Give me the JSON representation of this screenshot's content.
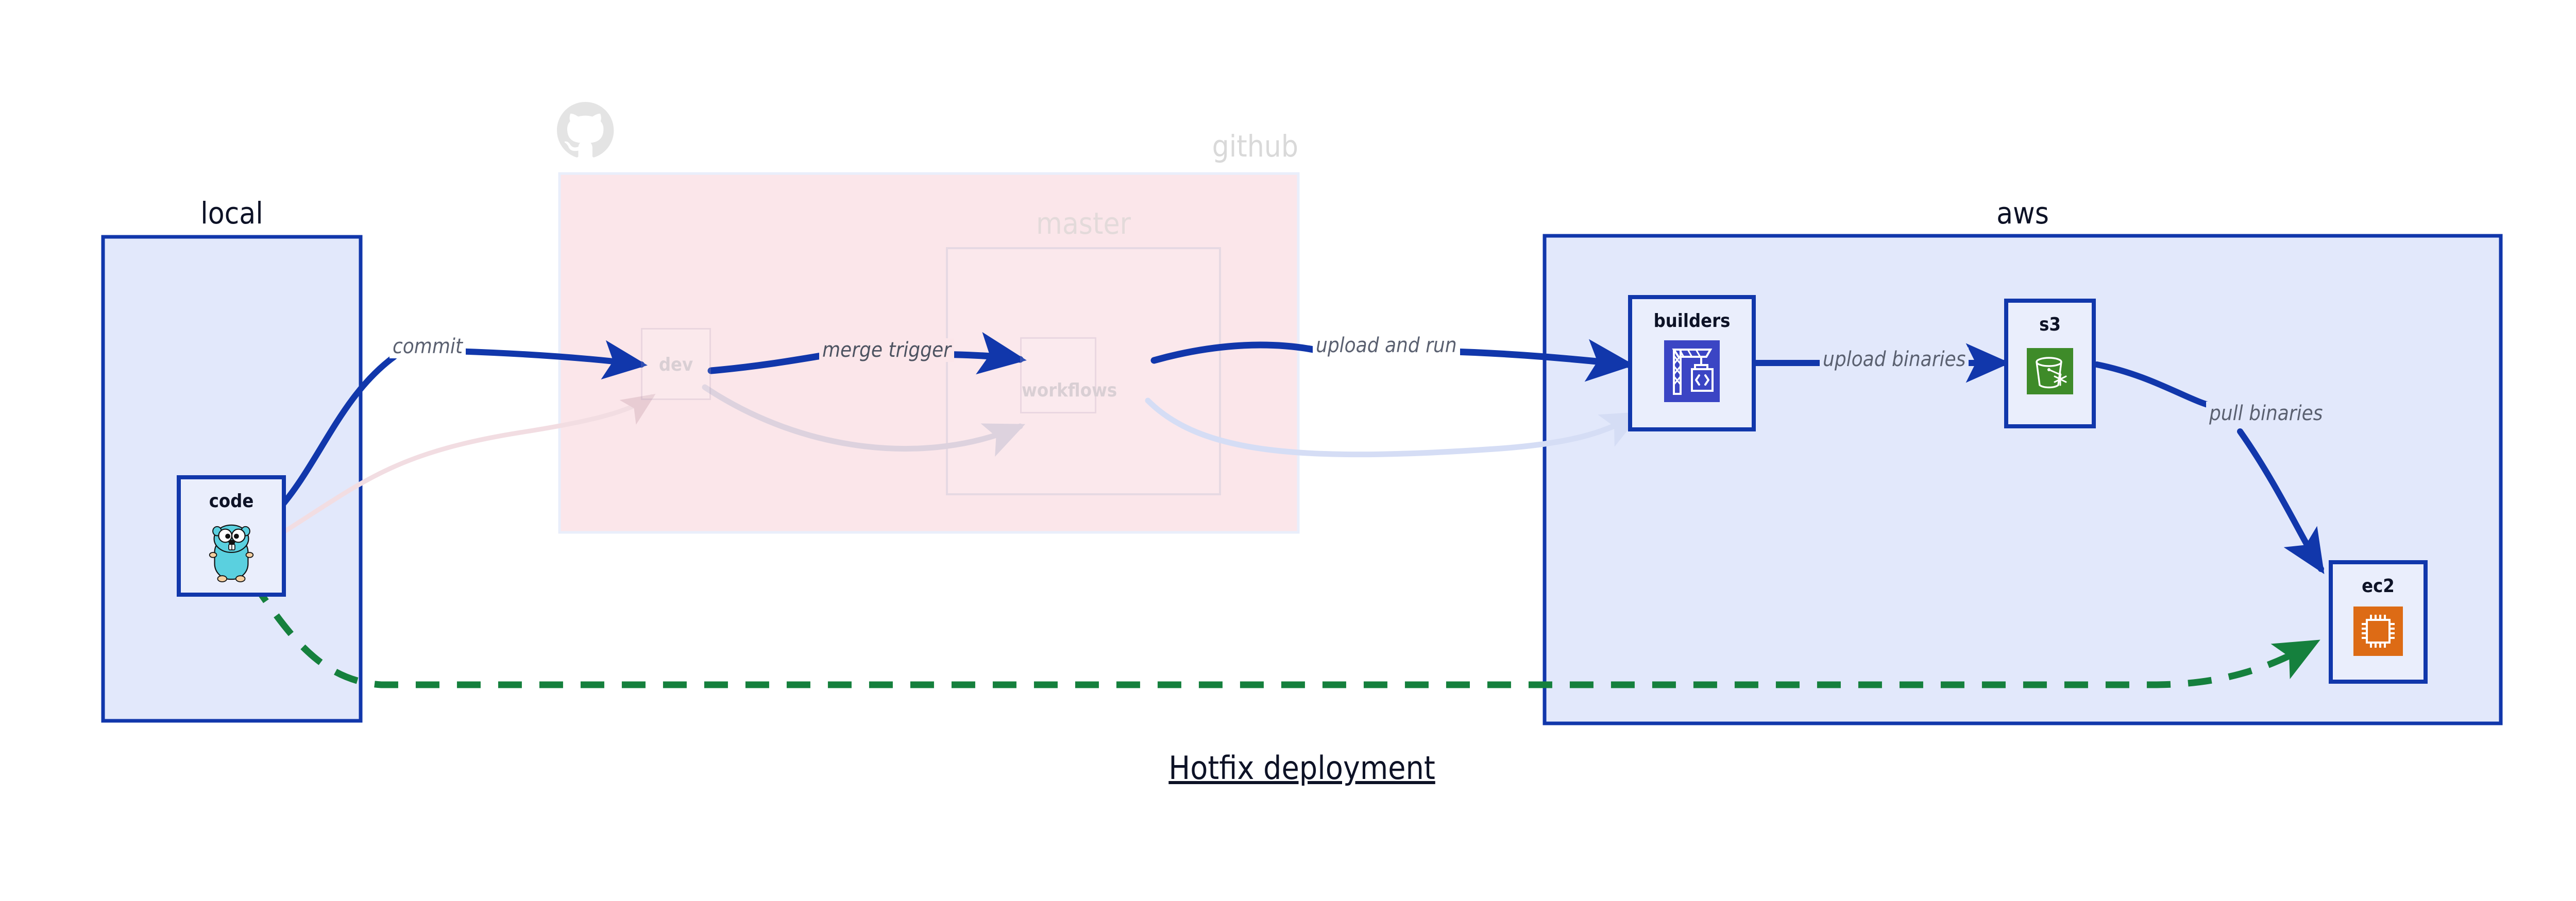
{
  "diagram": {
    "title": "Hotfix deployment",
    "groups": [
      {
        "id": "local",
        "label": "local",
        "faded": false
      },
      {
        "id": "github",
        "label": "github",
        "faded": true
      },
      {
        "id": "master",
        "label": "master",
        "faded": true
      },
      {
        "id": "aws",
        "label": "aws",
        "faded": false
      }
    ],
    "nodes": [
      {
        "id": "code",
        "label": "code",
        "icon": "go-gopher-icon",
        "faded": false
      },
      {
        "id": "dev",
        "label": "dev",
        "icon": "none",
        "faded": true
      },
      {
        "id": "workflows",
        "label": "workflows",
        "icon": "none",
        "faded": true
      },
      {
        "id": "builders",
        "label": "builders",
        "icon": "aws-codebuild-crane-icon",
        "faded": false
      },
      {
        "id": "s3",
        "label": "s3",
        "icon": "aws-s3-bucket-icon",
        "faded": false
      },
      {
        "id": "ec2",
        "label": "ec2",
        "icon": "aws-ec2-chip-icon",
        "faded": false
      }
    ],
    "edges": [
      {
        "id": "commit",
        "from": "code",
        "to": "dev",
        "label": "commit",
        "style": "solid-blue",
        "faded": false
      },
      {
        "id": "merge-trigger",
        "from": "dev",
        "to": "workflows",
        "label": "merge trigger",
        "style": "solid-blue",
        "faded": false
      },
      {
        "id": "upload-and-run",
        "from": "workflows",
        "to": "builders",
        "label": "upload and run",
        "style": "solid-blue",
        "faded": false
      },
      {
        "id": "upload-binaries",
        "from": "builders",
        "to": "s3",
        "label": "upload binaries",
        "style": "solid-blue",
        "faded": false
      },
      {
        "id": "pull-binaries",
        "from": "s3",
        "to": "ec2",
        "label": "pull binaries",
        "style": "solid-blue",
        "faded": false
      },
      {
        "id": "hotfix-direct",
        "from": "code",
        "to": "ec2",
        "label": "",
        "style": "dashed-green",
        "faded": false
      },
      {
        "id": "ghost-code-dev",
        "from": "code",
        "to": "dev",
        "label": "",
        "style": "ghost-pink",
        "faded": true
      },
      {
        "id": "ghost-dev-workflows",
        "from": "dev",
        "to": "workflows",
        "label": "",
        "style": "ghost-pink",
        "faded": true
      },
      {
        "id": "ghost-workflows-builders",
        "from": "workflows",
        "to": "builders",
        "label": "",
        "style": "ghost-blue",
        "faded": true
      }
    ],
    "colors": {
      "node_border": "#1137ab",
      "node_fill": "#eaeefc",
      "group_aws_fill": "#e2e8fb",
      "group_local_fill": "#e2e8fb",
      "group_github_fill": "#fbe6ea",
      "edge_blue": "#1137ab",
      "edge_green": "#15803d",
      "label_gray": "#5a6070",
      "title_dark": "#0d1226",
      "icon_builders_bg": "#3b45c4",
      "icon_s3_bg": "#3e8b29",
      "icon_ec2_bg": "#dd6b15",
      "gopher_body": "#5ad0df",
      "github_logo_gray": "#e4e4e4"
    },
    "branding": {
      "github_logo": "github-octocat-icon"
    }
  }
}
